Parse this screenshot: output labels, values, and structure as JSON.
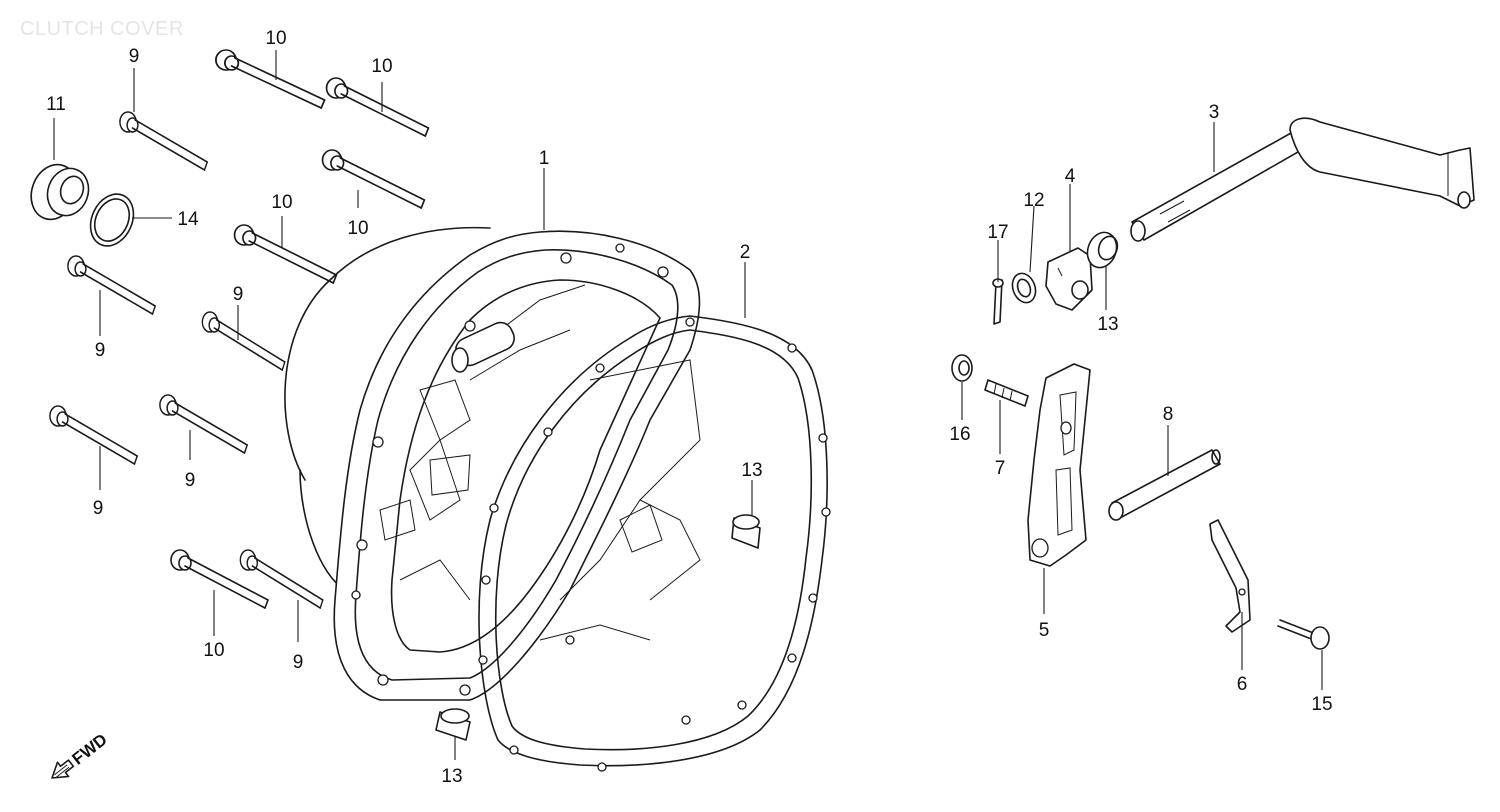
{
  "title": "CLUTCH COVER",
  "fwd_label": "FWD",
  "callouts": {
    "c1": "1",
    "c2": "2",
    "c3": "3",
    "c4": "4",
    "c5": "5",
    "c6": "6",
    "c7": "7",
    "c8": "8",
    "c9a": "9",
    "c9b": "9",
    "c9c": "9",
    "c9d": "9",
    "c9e": "9",
    "c9f": "9",
    "c10a": "10",
    "c10b": "10",
    "c10c": "10",
    "c10d": "10",
    "c10e": "10",
    "c11": "11",
    "c12": "12",
    "c13a": "13",
    "c13b": "13",
    "c13c": "13",
    "c14": "14",
    "c15": "15",
    "c16": "16",
    "c17": "17"
  }
}
